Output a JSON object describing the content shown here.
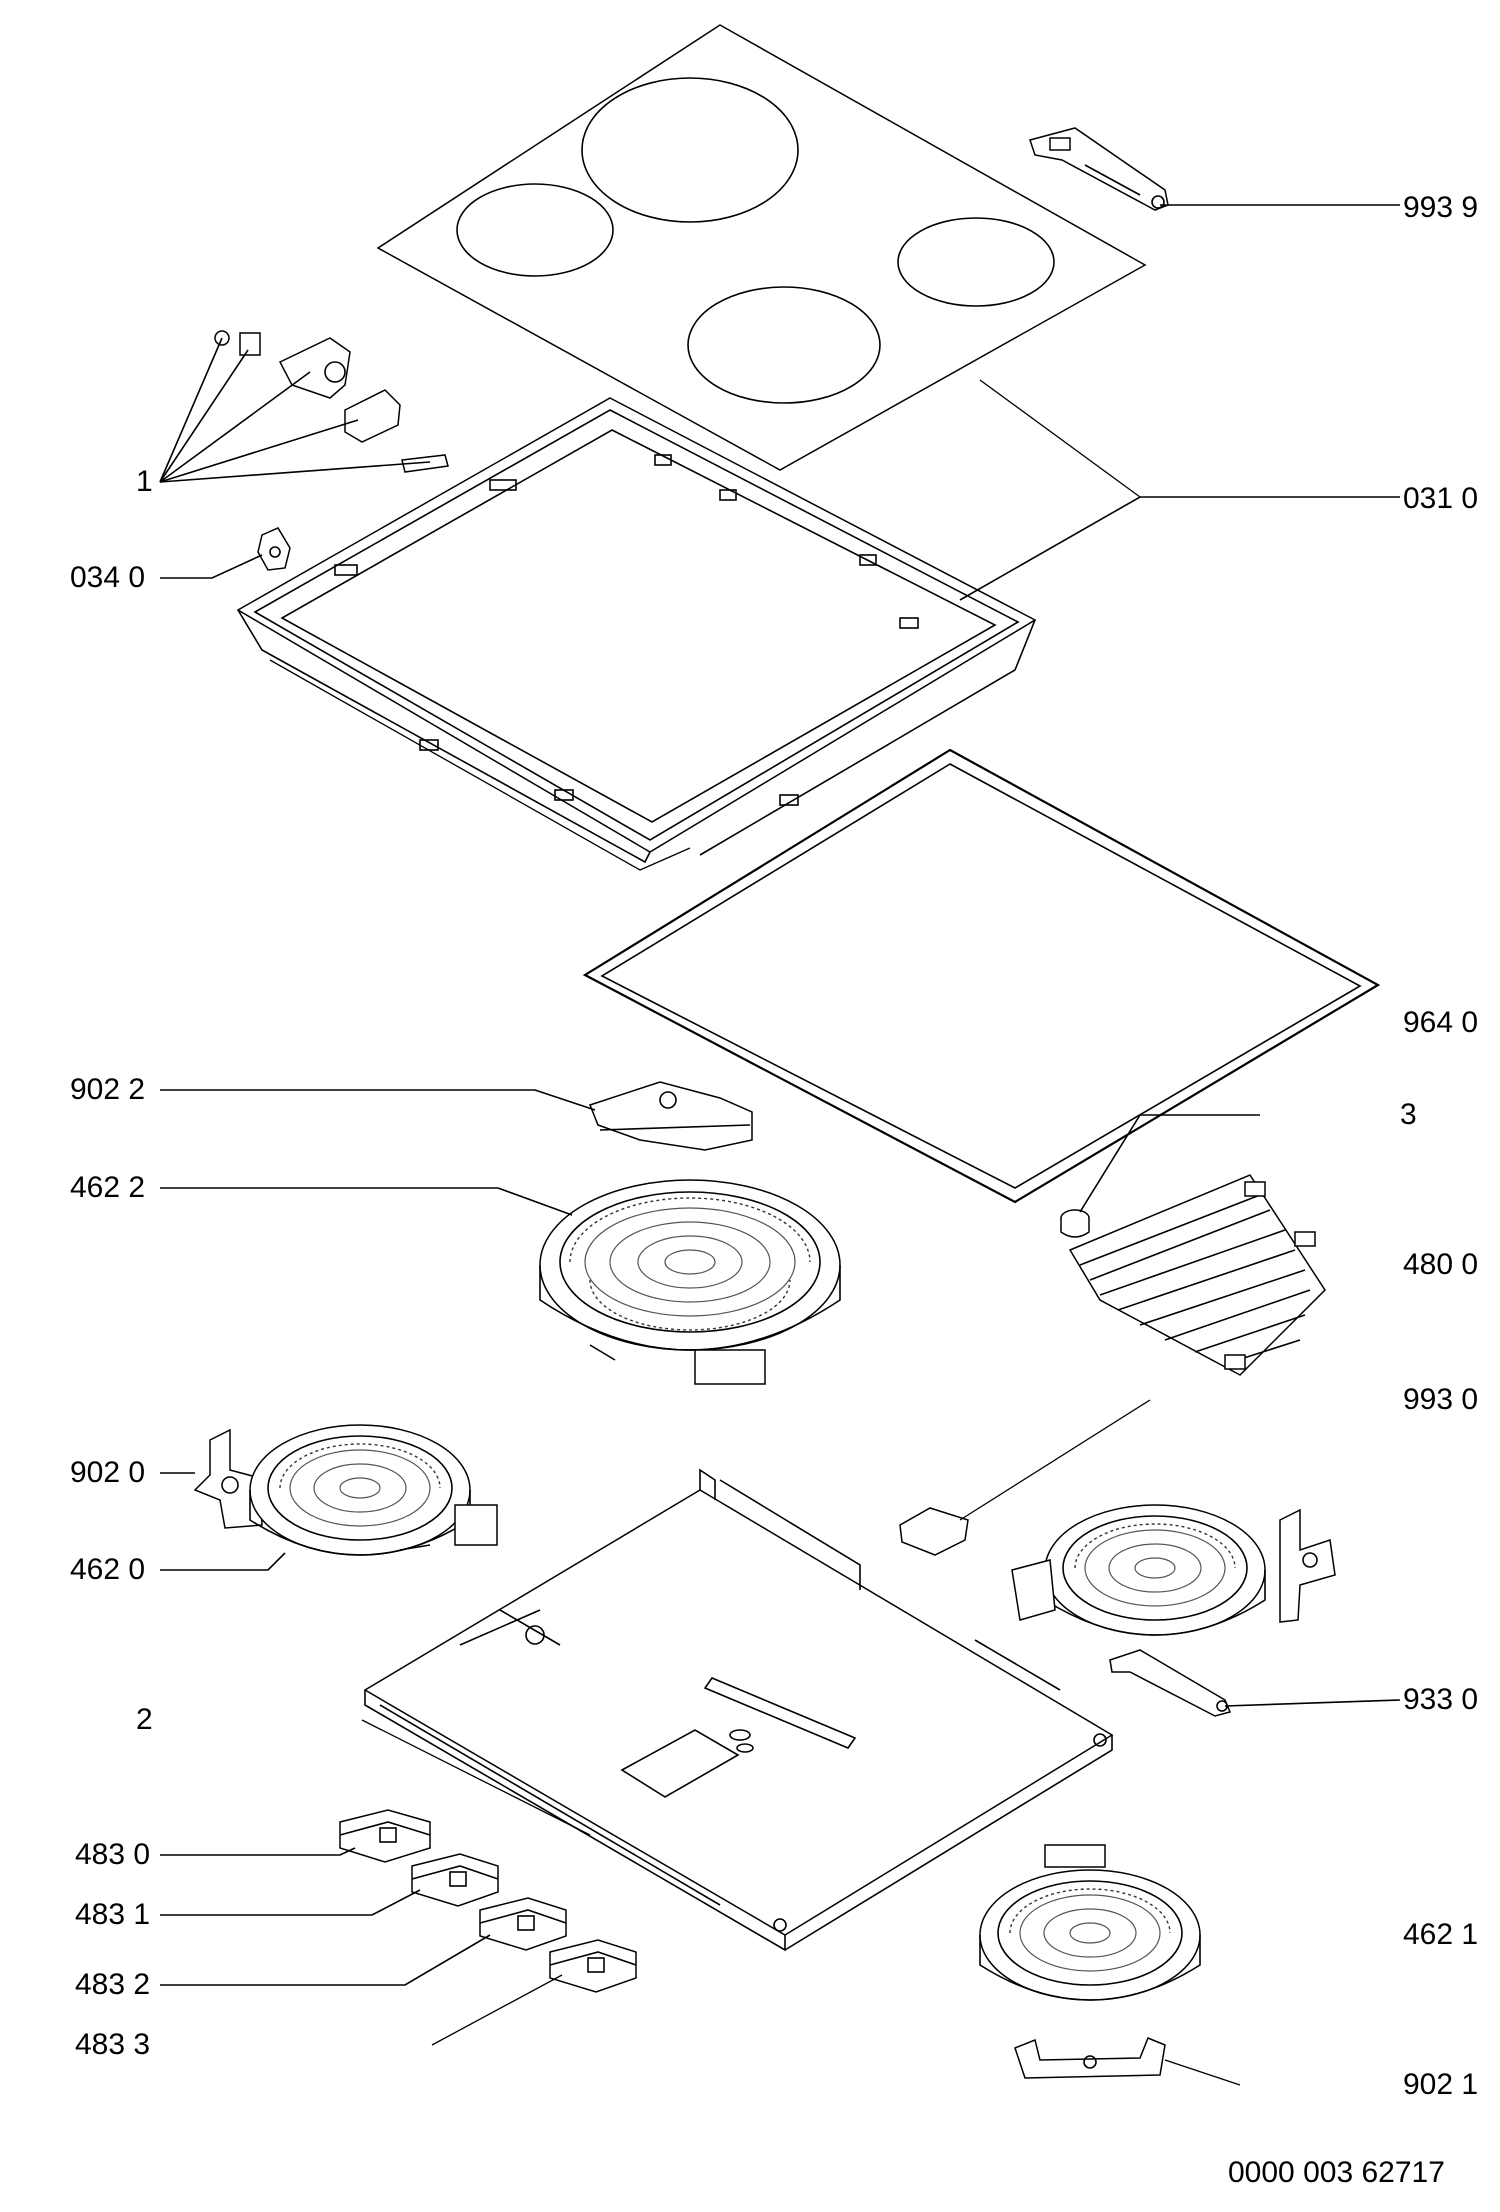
{
  "labels": {
    "p993_9": "993 9",
    "p1": "1",
    "p031_0": "031 0",
    "p034_0": "034 0",
    "p964_0": "964 0",
    "p902_2": "902 2",
    "p3": "3",
    "p462_2": "462 2",
    "p480_0": "480 0",
    "p993_0": "993 0",
    "p902_0": "902 0",
    "p462_0": "462 0",
    "p933_0": "933 0",
    "p2": "2",
    "p483_0": "483 0",
    "p483_1": "483 1",
    "p483_2": "483 2",
    "p483_3": "483 3",
    "p462_1": "462 1",
    "p902_1": "902 1"
  },
  "footer": {
    "doc_number": "0000 003 62717"
  }
}
